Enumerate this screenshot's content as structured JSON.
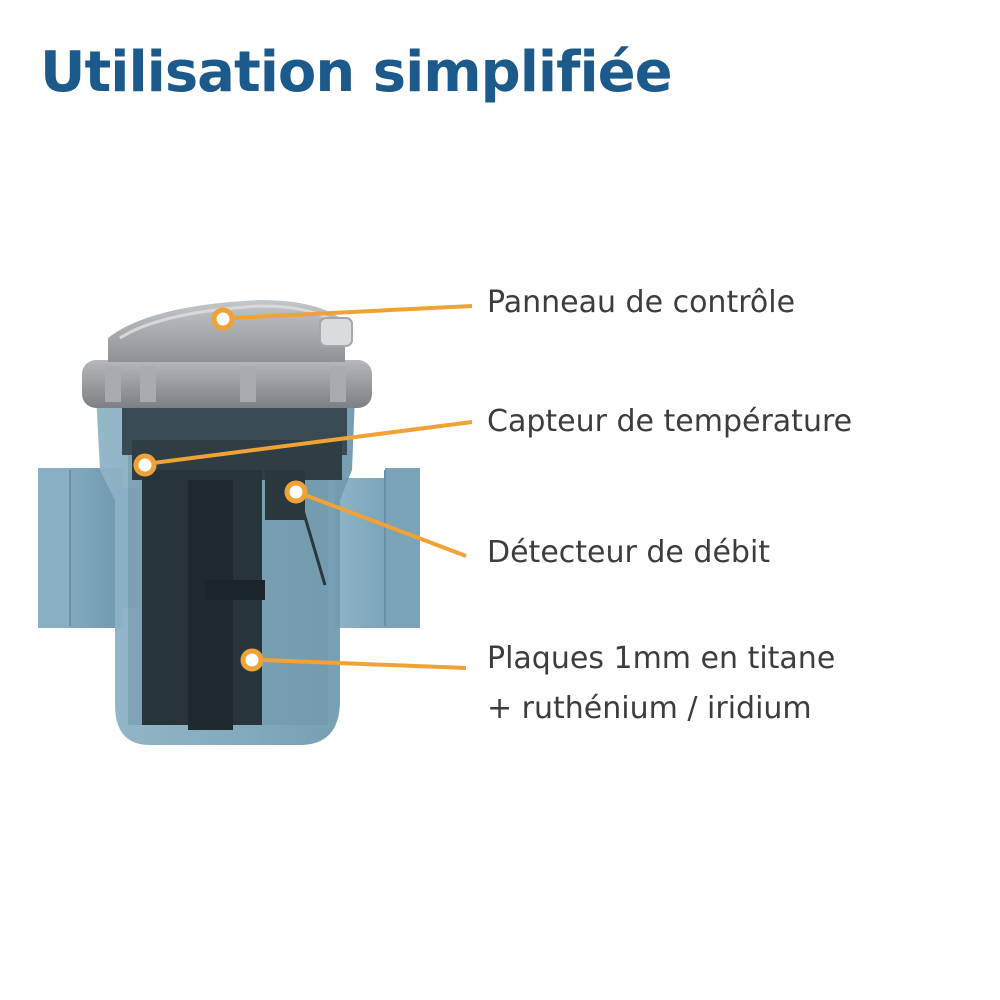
{
  "title": "Utilisation simplifiée",
  "colors": {
    "title": "#1c5a8c",
    "callout": "#f0a236",
    "body_blue": "#7ea7bb",
    "lid_grey": "#9a9d9f",
    "internal_dark": "#2e3a3f",
    "label_text": "#3d3d3d"
  },
  "callouts": [
    {
      "lines": [
        "Panneau de contrôle"
      ]
    },
    {
      "lines": [
        "Capteur de température"
      ]
    },
    {
      "lines": [
        "Détecteur de débit"
      ]
    },
    {
      "lines": [
        "Plaques 1mm en titane",
        "+ ruthénium / iridium"
      ]
    }
  ]
}
